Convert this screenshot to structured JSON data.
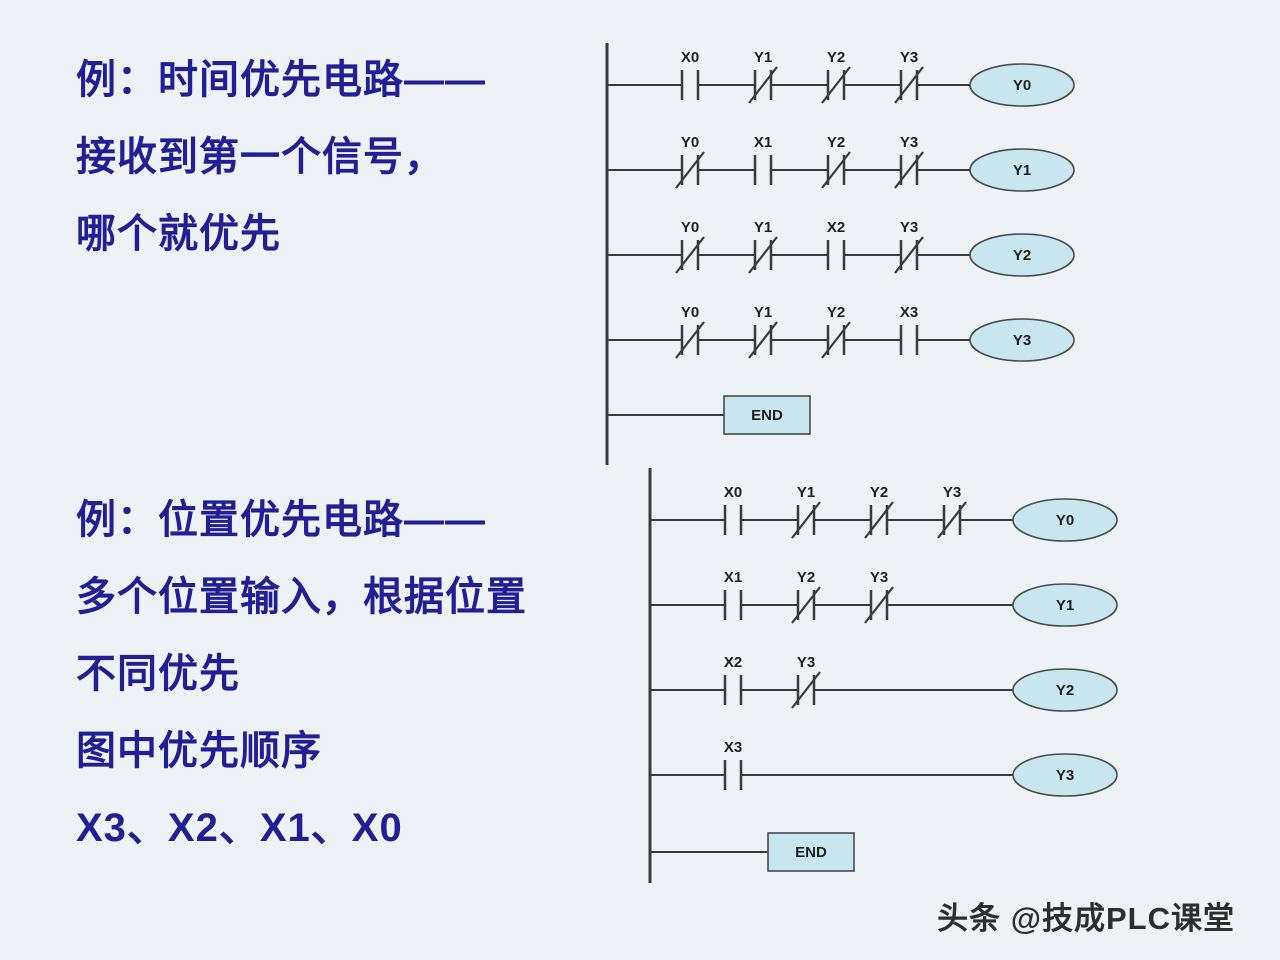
{
  "colors": {
    "background": "#eef2f6",
    "note_text": "#221f96",
    "diagram_line": "#3a3a3a",
    "symbol_fill": "#c7e6ee",
    "symbol_stroke": "#4a4a4a",
    "contact_label": "#1f1f1f",
    "watermark_text": "#2e2e2e"
  },
  "notes": [
    {
      "id": "time-priority",
      "lines": [
        "例：时间优先电路——",
        "接收到第一个信号，",
        "哪个就优先"
      ]
    },
    {
      "id": "position-priority",
      "lines": [
        "例：位置优先电路——",
        "多个位置输入，根据位置",
        "不同优先",
        "图中优先顺序",
        "X3、X2、X1、X0"
      ]
    }
  ],
  "ladders": [
    {
      "name": "时间优先电路",
      "rungs": [
        {
          "contacts": [
            {
              "label": "X0",
              "type": "no"
            },
            {
              "label": "Y1",
              "type": "nc"
            },
            {
              "label": "Y2",
              "type": "nc"
            },
            {
              "label": "Y3",
              "type": "nc"
            }
          ],
          "coil": "Y0"
        },
        {
          "contacts": [
            {
              "label": "Y0",
              "type": "nc"
            },
            {
              "label": "X1",
              "type": "no"
            },
            {
              "label": "Y2",
              "type": "nc"
            },
            {
              "label": "Y3",
              "type": "nc"
            }
          ],
          "coil": "Y1"
        },
        {
          "contacts": [
            {
              "label": "Y0",
              "type": "nc"
            },
            {
              "label": "Y1",
              "type": "nc"
            },
            {
              "label": "X2",
              "type": "no"
            },
            {
              "label": "Y3",
              "type": "nc"
            }
          ],
          "coil": "Y2"
        },
        {
          "contacts": [
            {
              "label": "Y0",
              "type": "nc"
            },
            {
              "label": "Y1",
              "type": "nc"
            },
            {
              "label": "Y2",
              "type": "nc"
            },
            {
              "label": "X3",
              "type": "no"
            }
          ],
          "coil": "Y3"
        }
      ],
      "end_label": "END"
    },
    {
      "name": "位置优先电路",
      "rungs": [
        {
          "contacts": [
            {
              "label": "X0",
              "type": "no"
            },
            {
              "label": "Y1",
              "type": "nc"
            },
            {
              "label": "Y2",
              "type": "nc"
            },
            {
              "label": "Y3",
              "type": "nc"
            }
          ],
          "coil": "Y0"
        },
        {
          "contacts": [
            {
              "label": "X1",
              "type": "no"
            },
            {
              "label": "Y2",
              "type": "nc"
            },
            {
              "label": "Y3",
              "type": "nc"
            }
          ],
          "coil": "Y1"
        },
        {
          "contacts": [
            {
              "label": "X2",
              "type": "no"
            },
            {
              "label": "Y3",
              "type": "nc"
            }
          ],
          "coil": "Y2"
        },
        {
          "contacts": [
            {
              "label": "X3",
              "type": "no"
            }
          ],
          "coil": "Y3"
        }
      ],
      "end_label": "END"
    }
  ],
  "watermark": "头条 @技成PLC课堂"
}
